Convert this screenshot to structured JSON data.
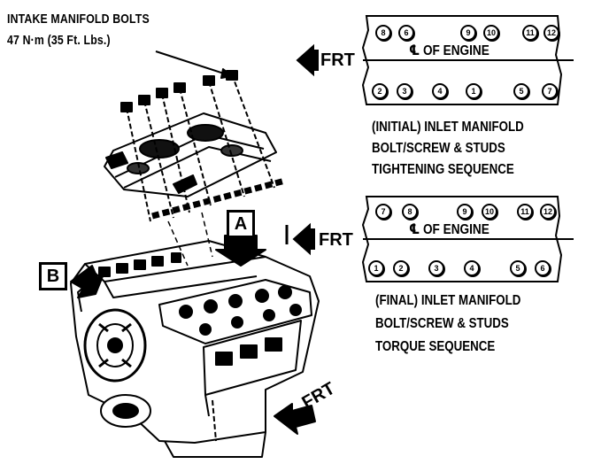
{
  "callout": {
    "line1": "INTAKE MANIFOLD BOLTS",
    "line2": "47 N·m (35 Ft. Lbs.)"
  },
  "initial": {
    "front_label": "FRT",
    "centerline": "℄ OF ENGINE",
    "top_row": [
      "8",
      "6",
      "9",
      "10",
      "11",
      "12"
    ],
    "bottom_row": [
      "2",
      "3",
      "4",
      "1",
      "5",
      "7"
    ],
    "caption": [
      "(INITIAL) INLET MANIFOLD",
      "BOLT/SCREW & STUDS",
      "TIGHTENING SEQUENCE"
    ]
  },
  "final": {
    "front_label": "FRT",
    "centerline": "℄ OF ENGINE",
    "top_row": [
      "7",
      "8",
      "9",
      "10",
      "11",
      "12"
    ],
    "bottom_row": [
      "1",
      "2",
      "3",
      "4",
      "5",
      "6"
    ],
    "caption": [
      "(FINAL) INLET MANIFOLD",
      "BOLT/SCREW & STUDS",
      "TORQUE SEQUENCE"
    ]
  },
  "engine": {
    "label_a": "A",
    "label_b": "B",
    "front_label": "FRT"
  }
}
